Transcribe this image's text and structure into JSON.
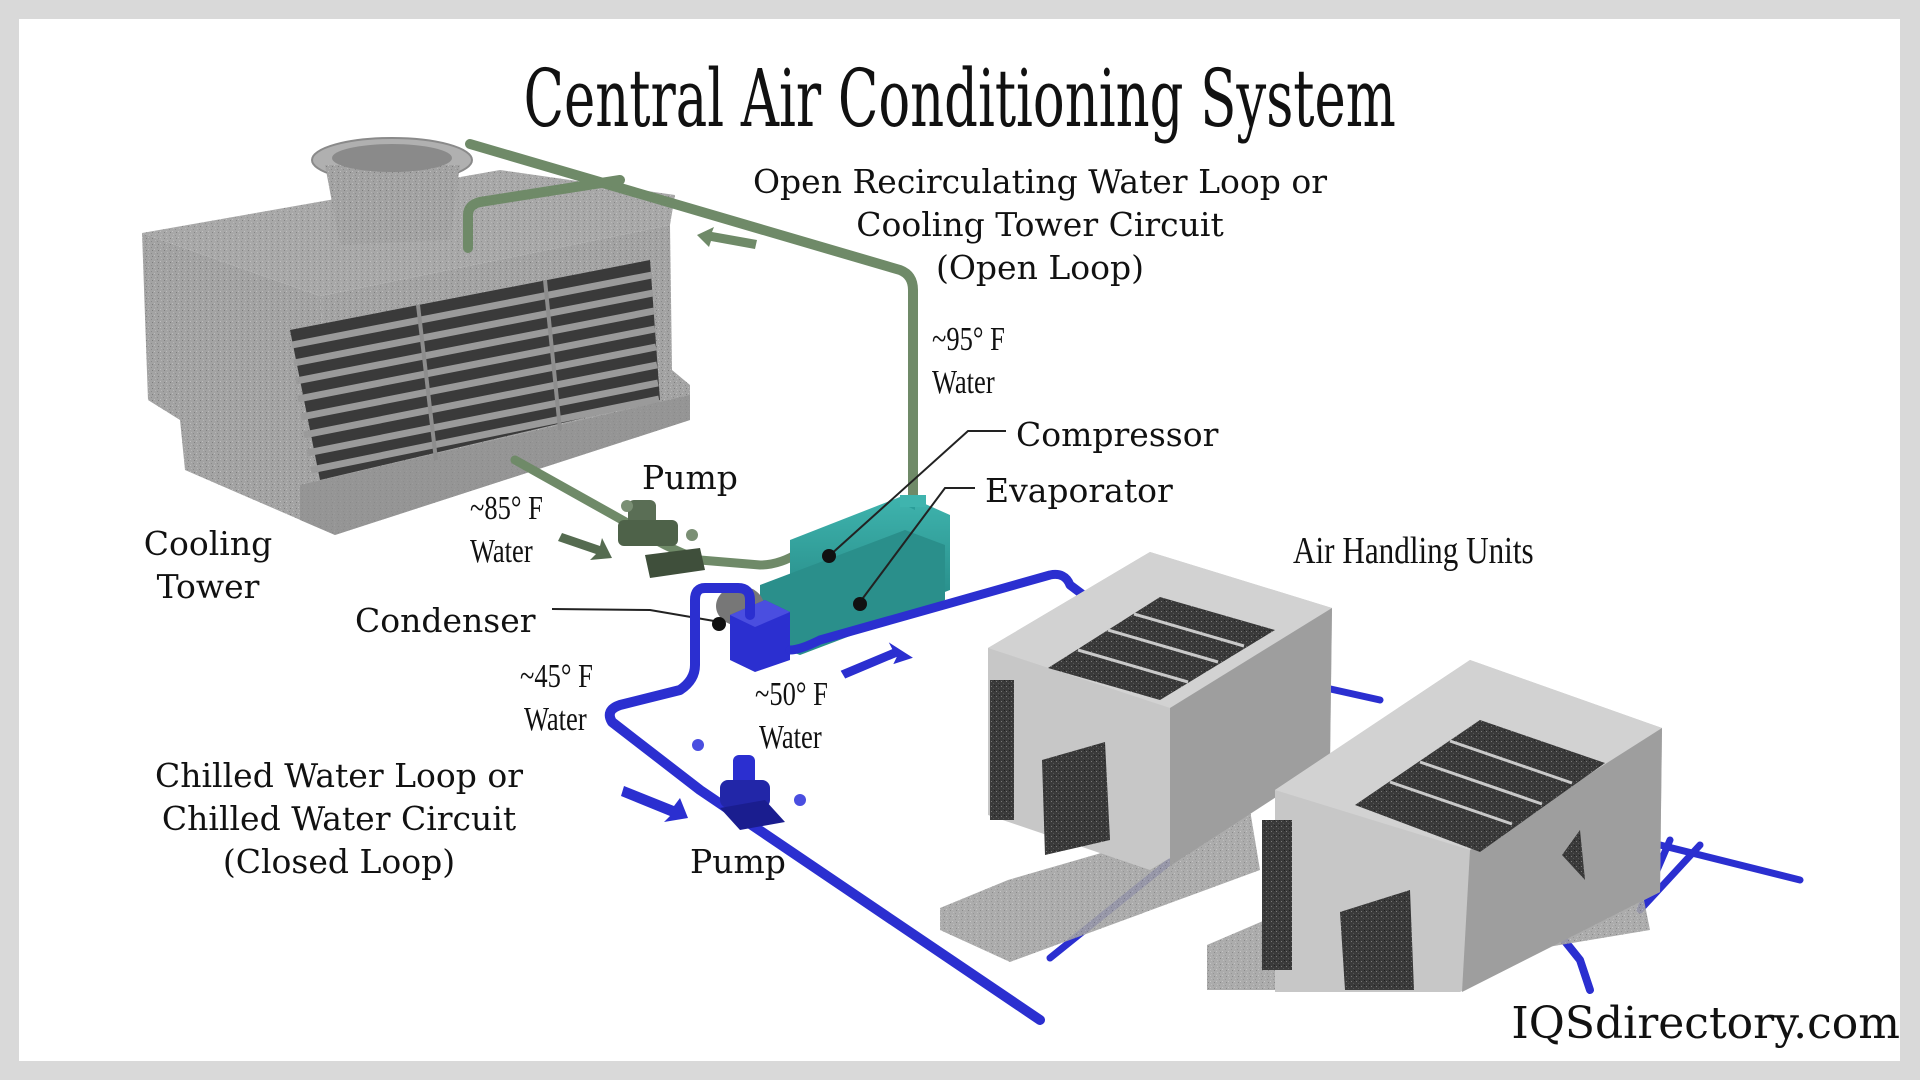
{
  "title": "Central Air Conditioning System",
  "open_loop": {
    "line1": "Open Recirculating Water Loop or",
    "line2": "Cooling Tower Circuit",
    "line3": "(Open Loop)"
  },
  "components": {
    "cooling_tower": {
      "line1": "Cooling",
      "line2": "Tower"
    },
    "pump_top": "Pump",
    "compressor": "Compressor",
    "evaporator": "Evaporator",
    "condenser": "Condenser",
    "air_handling_units": "Air Handling Units",
    "pump_bottom": "Pump"
  },
  "temperatures": {
    "t95": {
      "value": "~95° F",
      "medium": "Water"
    },
    "t85": {
      "value": "~85° F",
      "medium": "Water"
    },
    "t45": {
      "value": "~45° F",
      "medium": "Water"
    },
    "t50": {
      "value": "~50° F",
      "medium": "Water"
    }
  },
  "closed_loop": {
    "line1": "Chilled Water Loop or",
    "line2": "Chilled Water Circuit",
    "line3": "(Closed Loop)"
  },
  "watermark": "IQSdirectory.com",
  "colors": {
    "background": "#d9d9d9",
    "panel": "#ffffff",
    "open_loop_pipe": "#6f8a68",
    "chilled_pipe": "#2b2fd0",
    "chiller_body": "#2a9d99",
    "concrete": "#9d9d9d",
    "ahu_body": "#c9c9c9"
  }
}
